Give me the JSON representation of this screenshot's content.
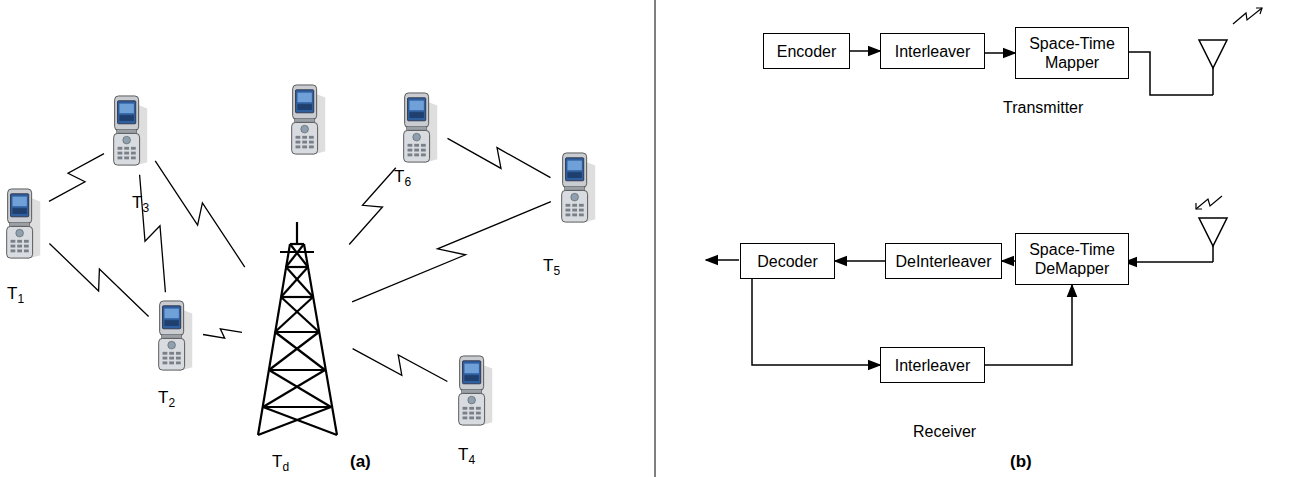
{
  "diagram": {
    "nodes": [
      {
        "text": [
          "T3"
        ]
      },
      {
        "text": [
          "T6"
        ]
      },
      {
        "text": [
          "T1"
        ]
      },
      {
        "text": [
          "T5"
        ]
      },
      {
        "text": [
          "T2"
        ]
      },
      {
        "text": [
          "T4"
        ]
      },
      {
        "text": [
          "Td"
        ]
      },
      {
        "text": [
          "Encoder"
        ]
      },
      {
        "text": [
          "Interleaver"
        ]
      },
      {
        "text": [
          "Space-Time Mapper"
        ]
      },
      {
        "text": [
          "Space-Time DeMapper"
        ]
      },
      {
        "text": [
          "DeInterleaver"
        ]
      },
      {
        "text": [
          "Decoder"
        ]
      },
      {
        "text": [
          "Interleaver"
        ]
      }
    ],
    "edges": [
      {
        "from": 2,
        "to": 0,
        "arrow": "none"
      },
      {
        "from": 2,
        "to": 4,
        "arrow": "none"
      },
      {
        "from": 0,
        "to": 4,
        "arrow": "none"
      },
      {
        "from": 4,
        "to": 6,
        "arrow": "none"
      },
      {
        "from": 0,
        "to": 6,
        "arrow": "none"
      },
      {
        "from": 1,
        "to": 3,
        "arrow": "none"
      },
      {
        "from": 3,
        "to": 6,
        "arrow": "none"
      },
      {
        "from": 1,
        "to": 6,
        "arrow": "none"
      },
      {
        "from": 6,
        "to": 5,
        "arrow": "none"
      },
      {
        "from": 7,
        "to": 8,
        "arrow": "to"
      },
      {
        "from": 8,
        "to": 9,
        "arrow": "to"
      },
      {
        "from": 10,
        "to": 11,
        "arrow": "to"
      },
      {
        "from": 11,
        "to": 12,
        "arrow": "to"
      },
      {
        "from": 12,
        "to": 13,
        "arrow": "to"
      },
      {
        "from": 13,
        "to": 10,
        "arrow": "to"
      }
    ],
    "labels": [
      "(a)",
      "(b)",
      "Transmitter",
      "Receiver"
    ]
  }
}
